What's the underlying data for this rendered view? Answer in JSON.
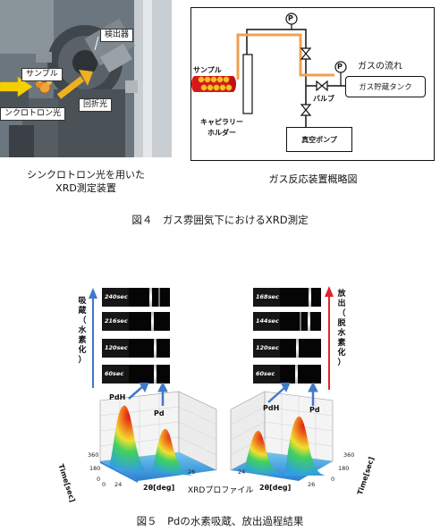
{
  "fig4": {
    "photo": {
      "detector_label": "検出器",
      "sample_label": "サンプル",
      "synchrotron_label": "ンクロトロン光",
      "diffraction_label": "回折光"
    },
    "photo_caption_line1": "シンクロトロン光を用いた",
    "photo_caption_line2": "XRD測定装置",
    "schematic": {
      "gauge_symbol": "P",
      "gas_flow_label": "ガスの流れ",
      "sample_label": "サンプル",
      "valve_label": "バルブ",
      "tank_label": "ガス貯蔵タンク",
      "holder_line1": "キャピラリー",
      "holder_line2": "ホルダー",
      "pump_label": "真空ポンプ"
    },
    "schematic_caption": "ガス反応装置概略図",
    "caption": "図４　ガス雰囲気下におけるXRD測定"
  },
  "fig5": {
    "left": {
      "side_label": [
        "吸",
        "蔵",
        "（",
        "水",
        "素",
        "化",
        "）"
      ],
      "frames": [
        "240sec",
        "216sec",
        "120sec",
        "60sec"
      ],
      "peak_pdh": "PdH",
      "peak_pd": "Pd",
      "time_axis": "Time[sec]",
      "time_ticks": [
        "360",
        "180",
        "0"
      ],
      "theta_ticks": [
        "0",
        "24",
        "26"
      ],
      "theta_axis": "2θ[deg]"
    },
    "right": {
      "side_label": [
        "放",
        "出",
        "（",
        "脱",
        "水",
        "素",
        "化",
        "）"
      ],
      "frames": [
        "168sec",
        "144sec",
        "120sec",
        "60sec"
      ],
      "peak_pdh": "PdH",
      "peak_pd": "Pd",
      "time_axis": "Time[sec]",
      "time_ticks": [
        "360",
        "180",
        "0"
      ],
      "theta_ticks": [
        "24",
        "26"
      ],
      "theta_axis": "2θ[deg]"
    },
    "xrd_profile_label": "XRDプロファイル",
    "caption": "図５　Pdの水素吸蔵、放出過程結果"
  },
  "colors": {
    "arrow_yellow": "#f5d000",
    "arrow_orange": "#e8a020",
    "pipe_orange": "#f0a050",
    "sample_red": "#d81818",
    "blue_arrow": "#3f79c8",
    "red_arrow": "#e0242c"
  }
}
